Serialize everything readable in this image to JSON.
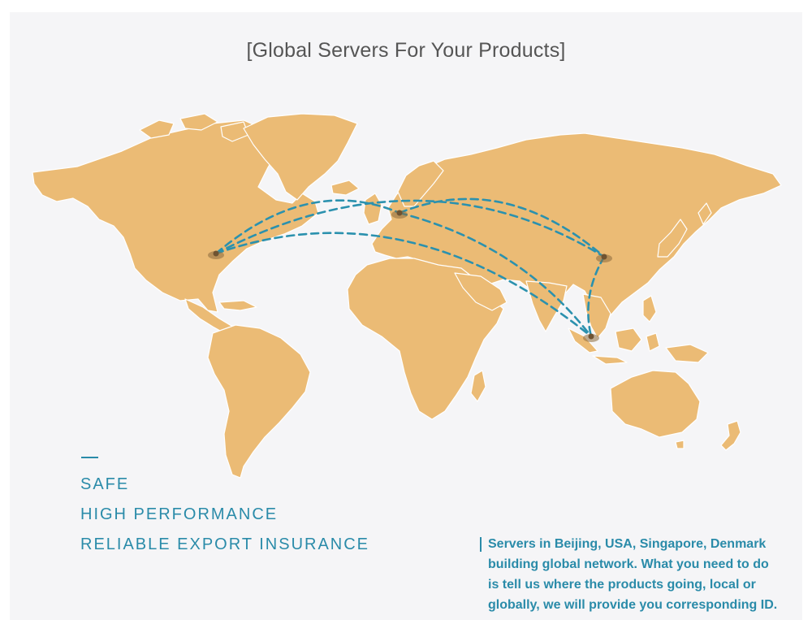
{
  "title": "[Global Servers For Your Products]",
  "features": [
    "SAFE",
    "HIGH PERFORMANCE",
    "RELIABLE EXPORT INSURANCE"
  ],
  "info": {
    "lines": [
      "Servers in Beijing, USA, Singapore, Denmark",
      "building global network. What you need to do",
      "is tell us where the products going, local or",
      "globally, we will provide you corresponding ID."
    ]
  },
  "colors": {
    "land": "#ebbb75",
    "route": "#2b91ae",
    "accent_text": "#2a8ba9",
    "background": "#f5f5f7"
  },
  "map": {
    "type": "world-map",
    "server_hubs": [
      "USA",
      "Denmark",
      "Beijing",
      "Singapore"
    ],
    "routes": [
      [
        "USA",
        "Denmark"
      ],
      [
        "USA",
        "Beijing"
      ],
      [
        "USA",
        "Singapore"
      ],
      [
        "Denmark",
        "Beijing"
      ],
      [
        "Denmark",
        "Singapore"
      ],
      [
        "Beijing",
        "Singapore"
      ]
    ]
  }
}
